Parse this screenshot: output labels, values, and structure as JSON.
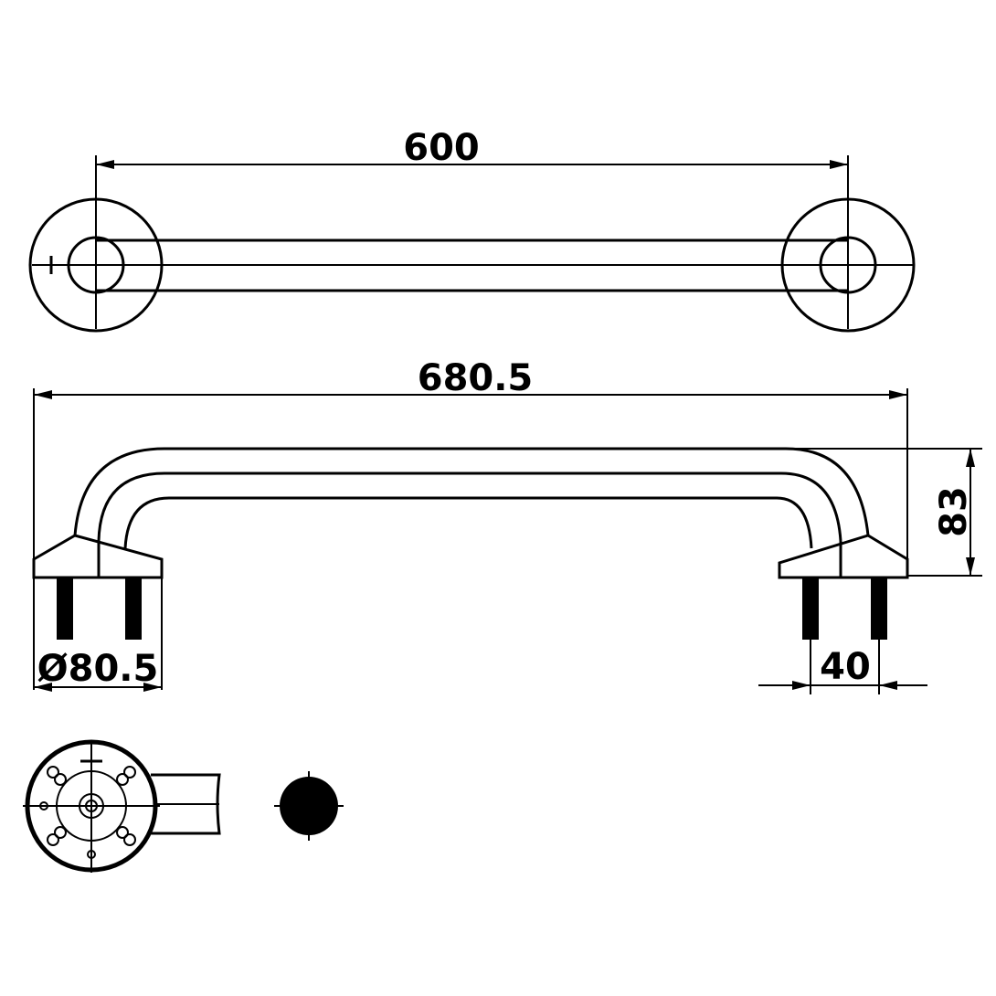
{
  "top_view": {
    "length_label": "600"
  },
  "side_view": {
    "overall_length_label": "680.5",
    "height_label": "83",
    "flange_diameter_label": "Ø80.5",
    "anchor_spacing_label": "40"
  },
  "colors": {
    "line": "#000000",
    "background": "#ffffff"
  }
}
